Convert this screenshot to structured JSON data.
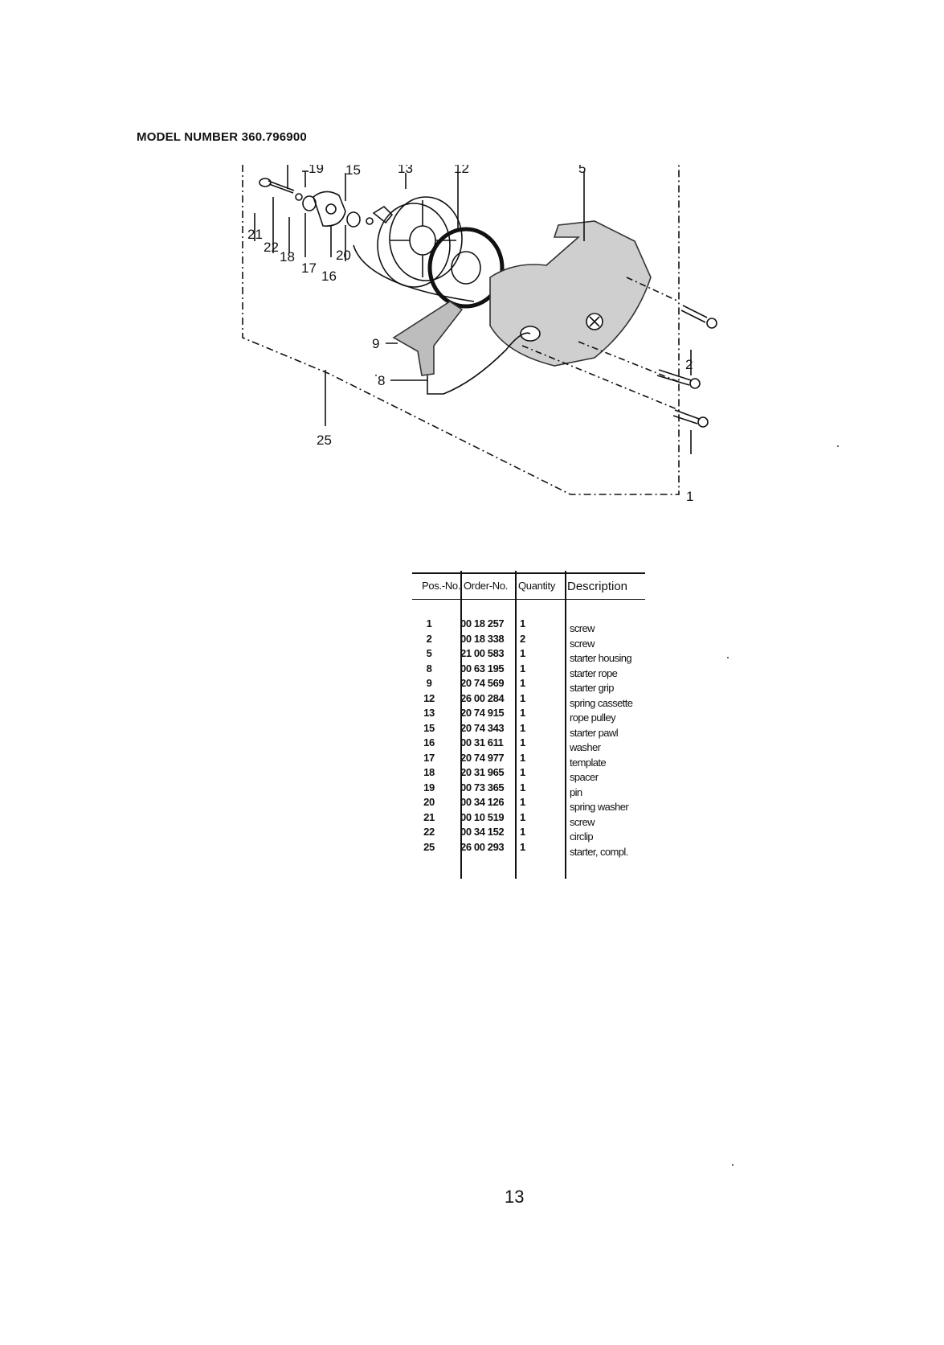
{
  "header": {
    "model": "MODEL NUMBER 360.796900"
  },
  "diagram": {
    "callouts": [
      "19",
      "15",
      "13",
      "12",
      "5",
      "21",
      "22",
      "18",
      "17",
      "16",
      "20",
      "9",
      "8",
      "25",
      "2",
      "1"
    ]
  },
  "parts_table": {
    "headers": {
      "pos": "Pos.-No.",
      "order": "Order-No.",
      "qty": "Quantity",
      "desc": "Description"
    },
    "rows": [
      {
        "pos": "1",
        "order": "00 18 257",
        "qty": "1",
        "desc": "screw"
      },
      {
        "pos": "2",
        "order": "00 18 338",
        "qty": "2",
        "desc": "screw"
      },
      {
        "pos": "5",
        "order": "21 00 583",
        "qty": "1",
        "desc": "starter housing"
      },
      {
        "pos": "8",
        "order": "00 63 195",
        "qty": "1",
        "desc": "starter rope"
      },
      {
        "pos": "9",
        "order": "20 74 569",
        "qty": "1",
        "desc": "starter grip"
      },
      {
        "pos": "12",
        "order": "26 00 284",
        "qty": "1",
        "desc": "spring cassette"
      },
      {
        "pos": "13",
        "order": "20 74 915",
        "qty": "1",
        "desc": "rope pulley"
      },
      {
        "pos": "15",
        "order": "20 74 343",
        "qty": "1",
        "desc": "starter pawl"
      },
      {
        "pos": "16",
        "order": "00 31 611",
        "qty": "1",
        "desc": "washer"
      },
      {
        "pos": "17",
        "order": "20 74 977",
        "qty": "1",
        "desc": "template"
      },
      {
        "pos": "18",
        "order": "20 31 965",
        "qty": "1",
        "desc": "spacer"
      },
      {
        "pos": "19",
        "order": "00 73 365",
        "qty": "1",
        "desc": "pin"
      },
      {
        "pos": "20",
        "order": "00 34 126",
        "qty": "1",
        "desc": "spring washer"
      },
      {
        "pos": "21",
        "order": "00 10 519",
        "qty": "1",
        "desc": "screw"
      },
      {
        "pos": "22",
        "order": "00 34 152",
        "qty": "1",
        "desc": "circlip"
      },
      {
        "pos": "25",
        "order": "26 00 293",
        "qty": "1",
        "desc": "starter, compl."
      }
    ]
  },
  "footer": {
    "page_number": "13"
  }
}
